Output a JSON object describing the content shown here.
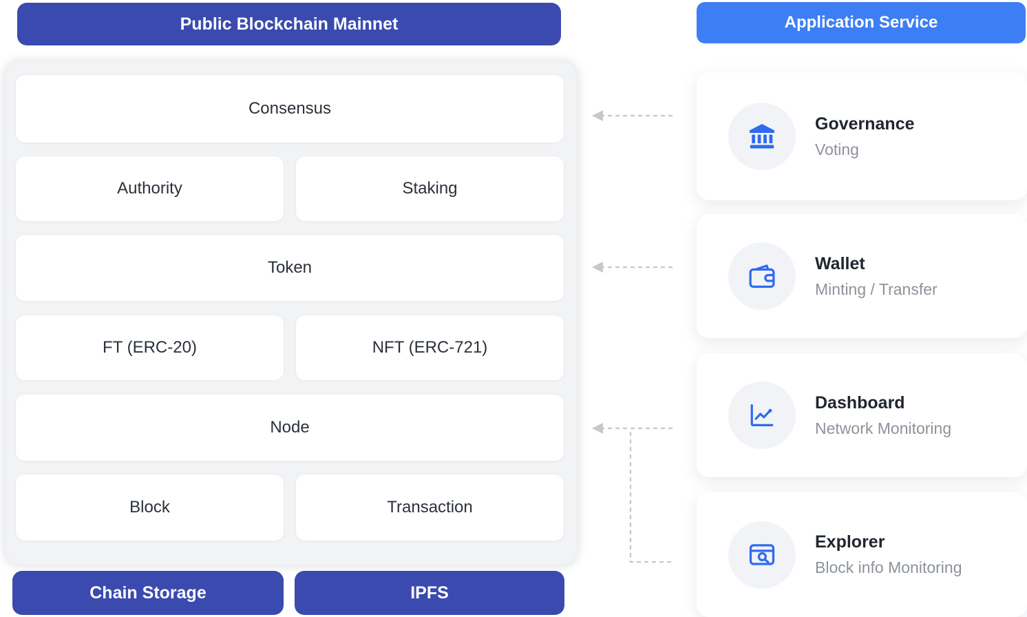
{
  "mainnet": {
    "header": "Public Blockchain Mainnet",
    "blocks": {
      "consensus": "Consensus",
      "authority": "Authority",
      "staking": "Staking",
      "token": "Token",
      "ft": "FT (ERC-20)",
      "nft": "NFT (ERC-721)",
      "node": "Node",
      "block": "Block",
      "transaction": "Transaction"
    },
    "storage": {
      "chain_storage": "Chain Storage",
      "ipfs": "IPFS"
    }
  },
  "app_service": {
    "header": "Application Service",
    "cards": [
      {
        "icon": "bank-icon",
        "title": "Governance",
        "subtitle": "Voting"
      },
      {
        "icon": "wallet-icon",
        "title": "Wallet",
        "subtitle": "Minting / Transfer"
      },
      {
        "icon": "line-chart-icon",
        "title": "Dashboard",
        "subtitle": "Network Monitoring"
      },
      {
        "icon": "browser-search-icon",
        "title": "Explorer",
        "subtitle": "Block info Monitoring"
      }
    ]
  },
  "colors": {
    "mainnet_blue": "#3A4AAE",
    "service_blue": "#3D7EF4",
    "icon_blue": "#2F6BF0",
    "panel_gray": "#F2F3F5",
    "arrow_gray": "#C6C8CC"
  }
}
